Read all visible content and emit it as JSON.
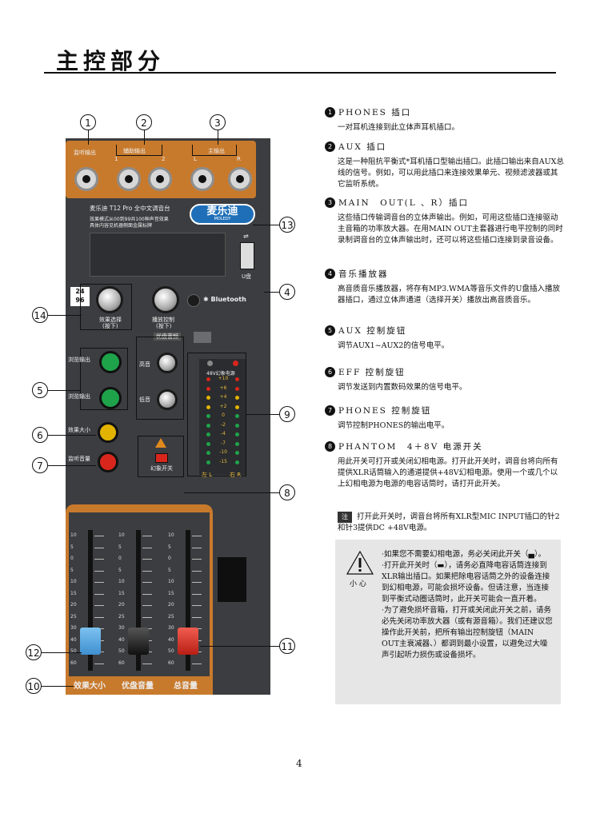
{
  "page": {
    "title": "主控部分",
    "page_number": "4"
  },
  "panel": {
    "top_labels": {
      "monitor": "监听输出",
      "aux_out": "辅助输出",
      "main_out": "主输出"
    },
    "jack_labels": {
      "aux1": "1",
      "aux2": "2",
      "l": "L",
      "r": "R"
    },
    "brand_line": "麦乐迪 T12 Pro 全中文调音台",
    "desc_lines": [
      "效果模式从00到99共100种声音效果",
      "具体内容见机器侧面金属标牌"
    ],
    "logo_cn": "麦乐迪",
    "logo_en": "MOLEDY",
    "usb_label": "U盘",
    "effect_badge": [
      "24",
      "96"
    ],
    "effect_select": [
      "效果选择",
      "(按下)"
    ],
    "play_control": [
      "播放控制",
      "(按下)"
    ],
    "priority_music": "优盘音频",
    "bluetooth": "Bluetooth",
    "aux_send1": "浏览输出",
    "aux_send2": "浏览输出",
    "eff_level": "效果大小",
    "phones_level": "监听音量",
    "treble": "高音",
    "bass": "低音",
    "meter_title": "48V幻象电源",
    "meter_values": [
      "+10",
      "+6",
      "+4",
      "+2",
      "0",
      "-2",
      "-4",
      "-7",
      "-10",
      "-15"
    ],
    "meter_lr": [
      "左 L",
      "右 R"
    ],
    "phantom_label": "幻象开关",
    "fader_scale": [
      "10",
      "5",
      "0",
      "5",
      "10",
      "15",
      "20",
      "25",
      "30",
      "40",
      "50",
      "60"
    ],
    "fader_labels": [
      "效果大小",
      "优盘音量",
      "总音量"
    ],
    "callouts": [
      "1",
      "2",
      "3",
      "4",
      "5",
      "6",
      "7",
      "8",
      "9",
      "10",
      "11",
      "12",
      "13",
      "14"
    ]
  },
  "sections": [
    {
      "num": "1",
      "heading": "PHONES 插口",
      "body": "一对耳机连接到此立体声耳机插口。"
    },
    {
      "num": "2",
      "heading": "AUX 插口",
      "body": "这是一种阻抗平衡式*耳机插口型输出插口。此插口输出来自AUX总线的信号。例如，可以用此插口来连接效果单元、视频滤波器或其它监听系统。"
    },
    {
      "num": "3",
      "heading": "MAIN　OUT(L 、R）插口",
      "body": "这些插口传输调音台的立体声输出。例如，可用这些插口连接驱动主音箱的功率放大器。在用MAIN OUT主套器进行电平控制的同时录制调音台的立体声输出时，还可以将这些插口连接到录音设备。"
    },
    {
      "num": "4",
      "heading": "音乐播放器",
      "body": "高音质音乐播放器，将存有MP3.WMA等音乐文件的U盘插入播放器插口，通过立体声通道（选择开关）播放出高音质音乐。"
    },
    {
      "num": "5",
      "heading": "AUX 控制旋钮",
      "body": "调节AUX1~AUX2的信号电平。"
    },
    {
      "num": "6",
      "heading": "EFF 控制旋钮",
      "body": "调节发送到内置数码效果的信号电平。"
    },
    {
      "num": "7",
      "heading": "PHONES 控制旋钮",
      "body": "调节控制PHONES的输出电平。"
    },
    {
      "num": "8",
      "heading": "PHANTOM　4＋8V 电源开关",
      "body": "用此开关可打开或关闭幻相电源。打开此开关时，调音台将向所有提供XLR话筒输入的通道提供+48V幻相电源。使用一个或几个以上幻相电源为电源的电容话筒时，请打开此开关。"
    }
  ],
  "note": {
    "tag": "注",
    "text": "打开此开关时，调音台将所有XLR型MIC INPUT插口的针2和针3提供DC +48V电源。"
  },
  "caution": {
    "label": "小 心",
    "items": [
      "·如果您不需要幻相电源，务必关闭此开关（▄）。",
      "·打开此开关时（▬），请务必直降电容话筒连接到XLR输出插口。如果把除电容话筒之外的设备连接到幻相电源，可能会损坏设备。但请注意，当连接到平衡式动圈话筒时，此开关可能会一直开着。",
      "·为了避免损坏音箱，打开或关闭此开关之前，请务必先关闭功率放大器（或有源音箱）。我们还建议您操作此开关前，把所有输出控制旋钮（MAIN OUT主衰减器、）都调到最小设置，以避免过大噪声引起听力损伤或设备损坏。"
    ]
  },
  "colors": {
    "panel": "#3c3d40",
    "orange": "#c87a2c",
    "green": "#1fa34a",
    "yellow": "#e2b400",
    "red": "#d8261c",
    "blue": "#5aa9e6"
  }
}
